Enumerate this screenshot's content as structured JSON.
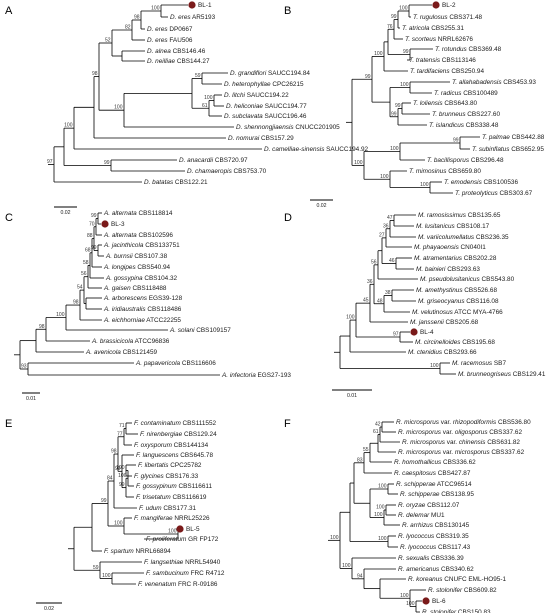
{
  "panels": [
    {
      "letter": "A",
      "scale": "0.02",
      "taxa": [
        {
          "genus": "",
          "epithet": "BL-1",
          "code": "",
          "marked": true
        },
        {
          "genus": "D.",
          "epithet": "eres",
          "code": "AR5193"
        },
        {
          "genus": "D.",
          "epithet": "eres",
          "code": "DP0667"
        },
        {
          "genus": "D.",
          "epithet": "eres",
          "code": "FAU506"
        },
        {
          "genus": "D.",
          "epithet": "alnea",
          "code": "CBS146.46"
        },
        {
          "genus": "D.",
          "epithet": "neilliae",
          "code": "CBS144.27"
        },
        {
          "genus": "D.",
          "epithet": "grandiflori",
          "code": "SAUCC194.84"
        },
        {
          "genus": "D.",
          "epithet": "heterophyllae",
          "code": "CPC26215"
        },
        {
          "genus": "D.",
          "epithet": "litchi",
          "code": "SAUCC194.22"
        },
        {
          "genus": "D.",
          "epithet": "heliconiae",
          "code": "SAUCC194.77"
        },
        {
          "genus": "D.",
          "epithet": "subclavata",
          "code": "SAUCC196.46"
        },
        {
          "genus": "D.",
          "epithet": "shennongjiaensis",
          "code": "CNUCC201905"
        },
        {
          "genus": "D.",
          "epithet": "nomurai",
          "code": "CBS157.29"
        },
        {
          "genus": "D.",
          "epithet": "camelliae-sinensis",
          "code": "SAUCC194.92"
        },
        {
          "genus": "D.",
          "epithet": "anacardii",
          "code": "CBS720.97"
        },
        {
          "genus": "D.",
          "epithet": "chamaeropis",
          "code": "CBS753.70"
        },
        {
          "genus": "D.",
          "epithet": "batatas",
          "code": "CBS122.21"
        }
      ],
      "bootstrap": [
        "100",
        "98",
        "82",
        "52",
        "98",
        "100",
        "59",
        "61",
        "100",
        "100",
        "99",
        "97"
      ]
    },
    {
      "letter": "B",
      "scale": "0.02",
      "taxa": [
        {
          "genus": "",
          "epithet": "BL-2",
          "code": "",
          "marked": true
        },
        {
          "genus": "T.",
          "epithet": "rugulosus",
          "code": "CBS371.48"
        },
        {
          "genus": "T.",
          "epithet": "atricola",
          "code": "CBS255.31"
        },
        {
          "genus": "T.",
          "epithet": "scorteus",
          "code": "NRRL62676"
        },
        {
          "genus": "T.",
          "epithet": "rotundus",
          "code": "CBS369.48"
        },
        {
          "genus": "T.",
          "epithet": "tratensis",
          "code": "CBS113146"
        },
        {
          "genus": "T.",
          "epithet": "tardifaciens",
          "code": "CBS250.94"
        },
        {
          "genus": "T.",
          "epithet": "allahabadensis",
          "code": "CBS453.93"
        },
        {
          "genus": "T.",
          "epithet": "radicus",
          "code": "CBS100489"
        },
        {
          "genus": "T.",
          "epithet": "loliensis",
          "code": "CBS643.80"
        },
        {
          "genus": "T.",
          "epithet": "brunneus",
          "code": "CBS227.60"
        },
        {
          "genus": "T.",
          "epithet": "islandicus",
          "code": "CBS338.48"
        },
        {
          "genus": "T.",
          "epithet": "palmae",
          "code": "CBS442.88"
        },
        {
          "genus": "T.",
          "epithet": "subinflatus",
          "code": "CBS652.95"
        },
        {
          "genus": "T.",
          "epithet": "bacillisporus",
          "code": "CBS296.48"
        },
        {
          "genus": "T.",
          "epithet": "mimosinus",
          "code": "CBS659.80"
        },
        {
          "genus": "T.",
          "epithet": "emodensis",
          "code": "CBS100536"
        },
        {
          "genus": "T.",
          "epithet": "proteolyticus",
          "code": "CBS303.67"
        }
      ],
      "bootstrap": [
        "100",
        "99",
        "76",
        "99",
        "100",
        "100",
        "99",
        "99",
        "99",
        "99",
        "100",
        "100",
        "100",
        "100"
      ]
    },
    {
      "letter": "C",
      "scale": "0.01",
      "taxa": [
        {
          "genus": "A.",
          "epithet": "alternata",
          "code": "CBS118814"
        },
        {
          "genus": "",
          "epithet": "BL-3",
          "code": "",
          "marked": true
        },
        {
          "genus": "A.",
          "epithet": "alternata",
          "code": "CBS102596"
        },
        {
          "genus": "A.",
          "epithet": "jacinthicola",
          "code": "CBS133751"
        },
        {
          "genus": "A.",
          "epithet": "burnsii",
          "code": "CBS107.38"
        },
        {
          "genus": "A.",
          "epithet": "longipes",
          "code": "CBS540.94"
        },
        {
          "genus": "A.",
          "epithet": "gossypina",
          "code": "CBS104.32"
        },
        {
          "genus": "A.",
          "epithet": "gaisen",
          "code": "CBS118488"
        },
        {
          "genus": "A.",
          "epithet": "arborescens",
          "code": "EGS39-128"
        },
        {
          "genus": "A.",
          "epithet": "iridiaustralis",
          "code": "CBS118486"
        },
        {
          "genus": "A.",
          "epithet": "eichhorniae",
          "code": "ATCC22255"
        },
        {
          "genus": "A.",
          "epithet": "solani",
          "code": "CBS109157"
        },
        {
          "genus": "A.",
          "epithet": "brassicicola",
          "code": "ATCC96836"
        },
        {
          "genus": "A.",
          "epithet": "avenicola",
          "code": "CBS121459"
        },
        {
          "genus": "A.",
          "epithet": "papavericola",
          "code": "CBS116606"
        },
        {
          "genus": "A.",
          "epithet": "infectoria",
          "code": "EGS27-193"
        }
      ],
      "bootstrap": [
        "99",
        "70",
        "99",
        "88",
        "68",
        "58",
        "56",
        "54",
        "98",
        "100",
        "98",
        "93"
      ]
    },
    {
      "letter": "D",
      "scale": "0.01",
      "taxa": [
        {
          "genus": "M.",
          "epithet": "ramosissimus",
          "code": "CBS135.65"
        },
        {
          "genus": "M.",
          "epithet": "lusitanicus",
          "code": "CBS108.17"
        },
        {
          "genus": "M.",
          "epithet": "variicolumellatus",
          "code": "CBS236.35"
        },
        {
          "genus": "M.",
          "epithet": "phayaoensis",
          "code": "CN040I1"
        },
        {
          "genus": "M.",
          "epithet": "atramentarius",
          "code": "CBS202.28"
        },
        {
          "genus": "M.",
          "epithet": "bainieri",
          "code": "CBS293.63"
        },
        {
          "genus": "M.",
          "epithet": "pseudolusitanicus",
          "code": "CBS543.80"
        },
        {
          "genus": "M.",
          "epithet": "amethystinus",
          "code": "CBS526.68"
        },
        {
          "genus": "M.",
          "epithet": "griseocyanus",
          "code": "CBS116.08"
        },
        {
          "genus": "M.",
          "epithet": "velutinosus",
          "code": "ATCC MYA-4766"
        },
        {
          "genus": "M.",
          "epithet": "janssenii",
          "code": "CBS205.68"
        },
        {
          "genus": "",
          "epithet": "BL-4",
          "code": "",
          "marked": true
        },
        {
          "genus": "M.",
          "epithet": "circinelloides",
          "code": "CBS195.68"
        },
        {
          "genus": "M.",
          "epithet": "ctenidius",
          "code": "CBS293.66"
        },
        {
          "genus": "M.",
          "epithet": "racemosus",
          "code": "SB7"
        },
        {
          "genus": "M.",
          "epithet": "brunneogriseus",
          "code": "CBS129.41"
        }
      ],
      "bootstrap": [
        "47",
        "36",
        "27",
        "46",
        "56",
        "38",
        "48",
        "36",
        "45",
        "97",
        "100",
        "100"
      ]
    },
    {
      "letter": "E",
      "scale": "0.02",
      "taxa": [
        {
          "genus": "F.",
          "epithet": "contaminatum",
          "code": "CBS111552"
        },
        {
          "genus": "F.",
          "epithet": "nirenbergiae",
          "code": "CBS129.24"
        },
        {
          "genus": "F.",
          "epithet": "oxysporum",
          "code": "CBS144134"
        },
        {
          "genus": "F.",
          "epithet": "languescens",
          "code": "CBS645.78"
        },
        {
          "genus": "F.",
          "epithet": "libertatis",
          "code": "CPC25782"
        },
        {
          "genus": "F.",
          "epithet": "glycines",
          "code": "CBS176.33"
        },
        {
          "genus": "F.",
          "epithet": "gossypinum",
          "code": "CBS116611"
        },
        {
          "genus": "F.",
          "epithet": "trisetatum",
          "code": "CBS116619"
        },
        {
          "genus": "F.",
          "epithet": "udum",
          "code": "CBS177.31"
        },
        {
          "genus": "F.",
          "epithet": "mangiferae",
          "code": "NRRL25226"
        },
        {
          "genus": "",
          "epithet": "BL-5",
          "code": "",
          "marked": true
        },
        {
          "genus": "F.",
          "epithet": "proliferatum",
          "code": "GR FP172"
        },
        {
          "genus": "F.",
          "epithet": "spartum",
          "code": "NRRL66894"
        },
        {
          "genus": "F.",
          "epithet": "langsethiae",
          "code": "NRRL54940"
        },
        {
          "genus": "F.",
          "epithet": "sambucinum",
          "code": "FRC R4712"
        },
        {
          "genus": "F.",
          "epithet": "venenatum",
          "code": "FRC R-09186"
        }
      ],
      "bootstrap": [
        "71",
        "77",
        "100",
        "100",
        "99",
        "99",
        "98",
        "84",
        "100",
        "100",
        "99",
        "100",
        "59"
      ]
    },
    {
      "letter": "F",
      "scale": "0.05",
      "taxa": [
        {
          "genus": "R.",
          "epithet": "microsporus var. rhizopodiformis",
          "code": "CBS536.80"
        },
        {
          "genus": "R.",
          "epithet": "microsporus var. oligosporus",
          "code": "CBS337.62"
        },
        {
          "genus": "R.",
          "epithet": "microsporus var. chinensis",
          "code": "CBS631.82"
        },
        {
          "genus": "R.",
          "epithet": "microsporus var. microsporus",
          "code": "CBS337.62"
        },
        {
          "genus": "R.",
          "epithet": "homothallicus",
          "code": "CBS336.62"
        },
        {
          "genus": "R.",
          "epithet": "caespitosus",
          "code": "CBS427.87"
        },
        {
          "genus": "R.",
          "epithet": "schipperae",
          "code": "ATCC96514"
        },
        {
          "genus": "R.",
          "epithet": "schipperae",
          "code": "CBS138.95"
        },
        {
          "genus": "R.",
          "epithet": "oryzae",
          "code": "CBS112.07"
        },
        {
          "genus": "R.",
          "epithet": "delemar",
          "code": "MU1"
        },
        {
          "genus": "R.",
          "epithet": "arrhizus",
          "code": "CBS130145"
        },
        {
          "genus": "R.",
          "epithet": "lyococcus",
          "code": "CBS319.35"
        },
        {
          "genus": "R.",
          "epithet": "lyococcus",
          "code": "CBS117.43"
        },
        {
          "genus": "R.",
          "epithet": "sexualis",
          "code": "CBS336.39"
        },
        {
          "genus": "R.",
          "epithet": "americanus",
          "code": "CBS340.62"
        },
        {
          "genus": "R.",
          "epithet": "koreanus",
          "code": "CNUFC EML-HO95-1"
        },
        {
          "genus": "R.",
          "epithet": "stolonifer",
          "code": "CBS609.82"
        },
        {
          "genus": "",
          "epithet": "BL-6",
          "code": "",
          "marked": true
        },
        {
          "genus": "R.",
          "epithet": "stolonifer",
          "code": "CBS150.83"
        }
      ],
      "bootstrap": [
        "42",
        "61",
        "55",
        "83",
        "100",
        "100",
        "100",
        "100",
        "100",
        "100",
        "94",
        "100",
        "100",
        "83"
      ]
    }
  ],
  "colors": {
    "marker": "#7a1a1a",
    "branch": "#000000"
  }
}
